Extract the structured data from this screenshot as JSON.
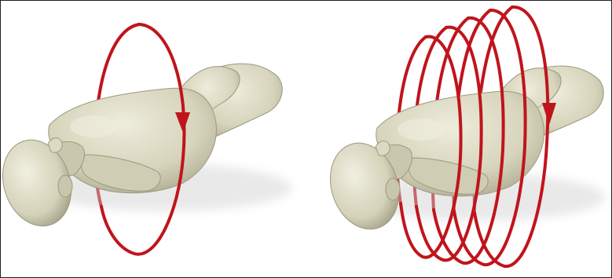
{
  "figure": {
    "panels": [
      {
        "id": "single-rotation",
        "orbit_count": 1
      },
      {
        "id": "helical-rotation",
        "orbit_count": 5
      }
    ],
    "colors": {
      "background": "#ffffff",
      "border": "#222222",
      "body": "#d7d5bd",
      "body_shadow": "#a9a68e",
      "body_highlight": "#eceadb",
      "orbit": "#c0141c"
    },
    "icons": [
      "human-body-model",
      "rotation-orbit-arrow"
    ]
  }
}
